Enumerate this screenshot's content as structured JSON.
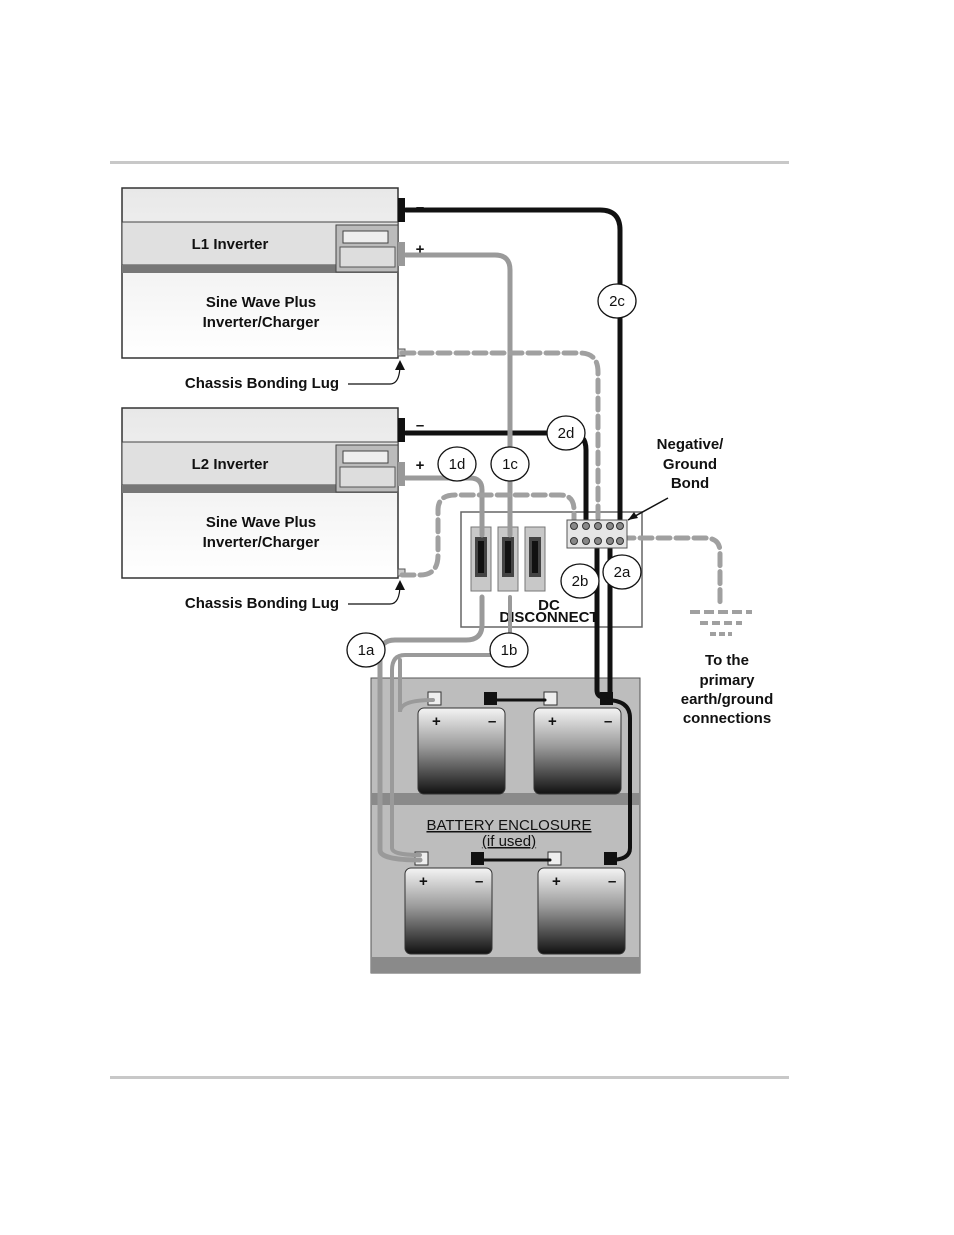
{
  "inverters": [
    {
      "name": "L1 Inverter",
      "model_line1": "Sine Wave Plus",
      "model_line2": "Inverter/Charger"
    },
    {
      "name": "L2 Inverter",
      "model_line1": "Sine Wave Plus",
      "model_line2": "Inverter/Charger"
    }
  ],
  "chassis_label": "Chassis Bonding Lug",
  "polarity": {
    "neg": "–",
    "pos": "+"
  },
  "cable_labels": [
    "2c",
    "2d",
    "1d",
    "1c",
    "2b",
    "2a",
    "1a",
    "1b"
  ],
  "bond_label": [
    "Negative/",
    "Ground",
    "Bond"
  ],
  "ground_label": [
    "To the",
    "primary",
    "earth/ground",
    "connections"
  ],
  "disconnect_label": [
    "DC",
    "DISCONNECT"
  ],
  "enclosure_label": "BATTERY ENCLOSURE",
  "enclosure_sub": "(if used)",
  "colors": {
    "negative_cable": "#111111",
    "positive_cable": "#9a9a9a",
    "ground_cable": "#a0a0a0",
    "enclosure": "#bdbdbd"
  }
}
